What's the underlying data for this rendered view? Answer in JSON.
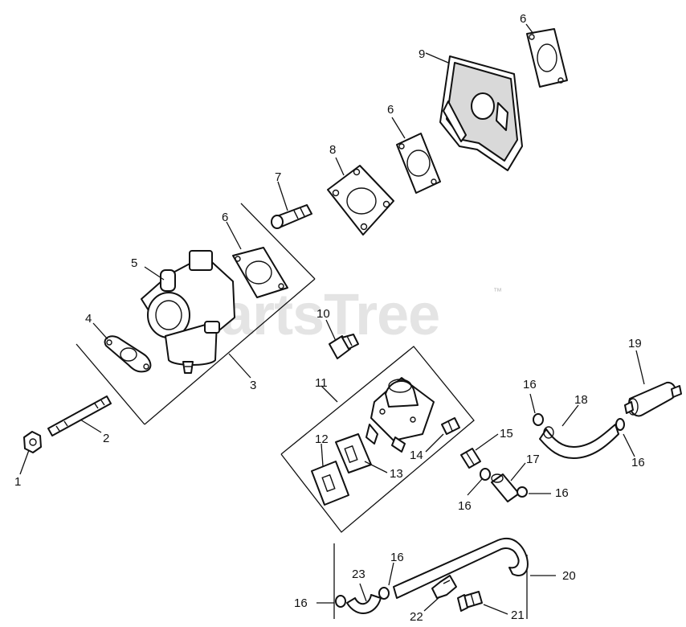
{
  "watermark": {
    "brand": "PartsTree",
    "mark": "™"
  },
  "callouts": [
    {
      "id": "c1",
      "label": "1"
    },
    {
      "id": "c2",
      "label": "2"
    },
    {
      "id": "c3",
      "label": "3"
    },
    {
      "id": "c4",
      "label": "4"
    },
    {
      "id": "c5",
      "label": "5"
    },
    {
      "id": "c6a",
      "label": "6"
    },
    {
      "id": "c6b",
      "label": "6"
    },
    {
      "id": "c6c",
      "label": "6"
    },
    {
      "id": "c7",
      "label": "7"
    },
    {
      "id": "c8",
      "label": "8"
    },
    {
      "id": "c9",
      "label": "9"
    },
    {
      "id": "c10",
      "label": "10"
    },
    {
      "id": "c11",
      "label": "11"
    },
    {
      "id": "c12",
      "label": "12"
    },
    {
      "id": "c13",
      "label": "13"
    },
    {
      "id": "c14",
      "label": "14"
    },
    {
      "id": "c15",
      "label": "15"
    },
    {
      "id": "c16a",
      "label": "16"
    },
    {
      "id": "c16b",
      "label": "16"
    },
    {
      "id": "c16c",
      "label": "16"
    },
    {
      "id": "c16d",
      "label": "16"
    },
    {
      "id": "c16e",
      "label": "16"
    },
    {
      "id": "c16f",
      "label": "16"
    },
    {
      "id": "c17",
      "label": "17"
    },
    {
      "id": "c18",
      "label": "18"
    },
    {
      "id": "c19",
      "label": "19"
    },
    {
      "id": "c20",
      "label": "20"
    },
    {
      "id": "c21",
      "label": "21"
    },
    {
      "id": "c22",
      "label": "22"
    },
    {
      "id": "c23",
      "label": "23"
    }
  ]
}
